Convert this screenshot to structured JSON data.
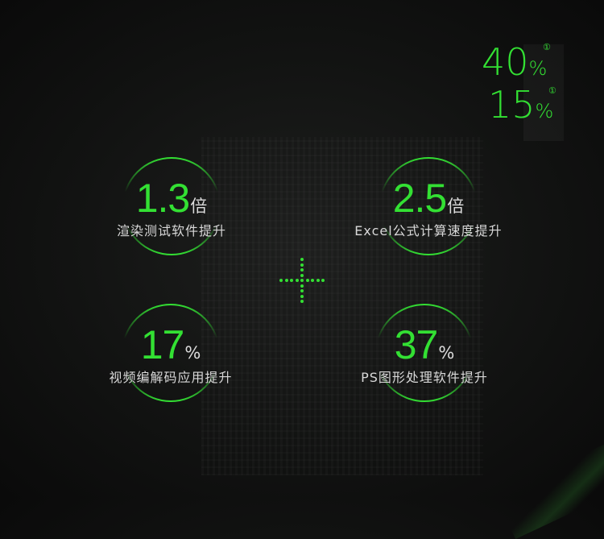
{
  "top_stats": [
    {
      "value": "40",
      "unit": "%",
      "note": "①"
    },
    {
      "value": "15",
      "unit": "%",
      "note": "①"
    }
  ],
  "cards": [
    {
      "value": "1.3",
      "unit": "倍",
      "label": "渲染测试软件提升"
    },
    {
      "value": "2.5",
      "unit": "倍",
      "label": "Excel公式计算速度提升"
    },
    {
      "value": "17",
      "unit": "%",
      "label": "视频编解码应用提升"
    },
    {
      "value": "37",
      "unit": "%",
      "label": "PS图形处理软件提升"
    }
  ],
  "colors": {
    "accent": "#33e033",
    "text": "#d8d8d8",
    "background": "#121312"
  }
}
